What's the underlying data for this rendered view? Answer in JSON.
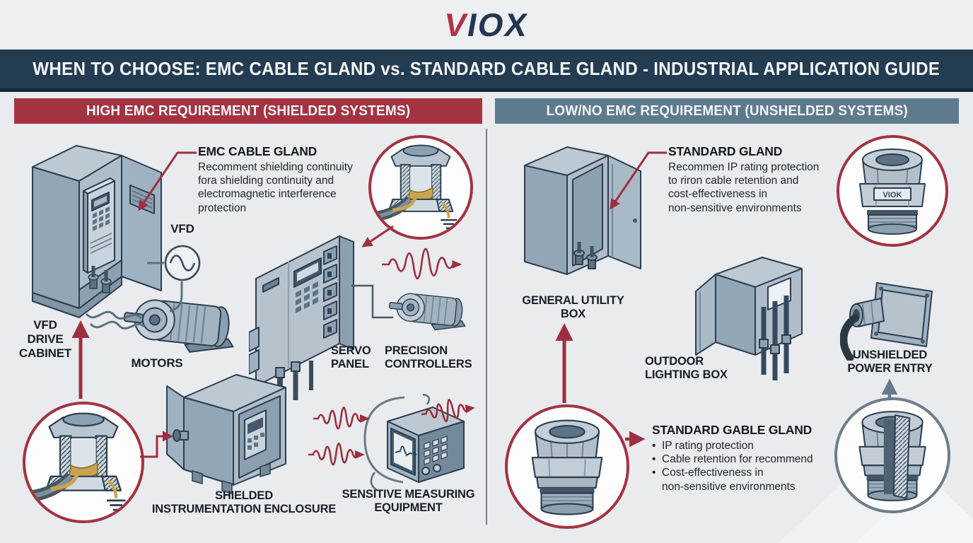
{
  "logo": {
    "part1": "V",
    "part2": "IOX"
  },
  "title": "WHEN TO CHOOSE: EMC CABLE GLAND vs. STANDARD CABLE GLAND - INDUSTRIAL APPLICATION GUIDE",
  "left": {
    "header": "HIGH EMC REQUIREMENT (SHIELDED SYSTEMS)",
    "emc_callout": {
      "title": "EMC CABLE GLAND",
      "description": "Recomment shielding continuity\nfora shielding continuity and\nelectromagnetic interference\nprotection"
    },
    "labels": {
      "vfd": "VFD",
      "vfd_drive_cabinet": "VFD\nDRIVE\nCABINET",
      "motors": "MOTORS",
      "servo_panel": "SERVO\nPANEL",
      "precision_controllers": "PRECISION\nCONTROLLERS",
      "shielded_enclosure": "SHIELDED\nINSTRUMENTATION ENCLOSURE",
      "sensitive_equipment": "SENSITIVE MEASURING\nEQUIPMENT"
    }
  },
  "right": {
    "header": "LOW/NO EMC REQUIREMENT (UNSHELDED SYSTEMS)",
    "standard_callout": {
      "title": "STANDARD GLAND",
      "description": "Recommen IP rating protection\nto riron cable retention and\ncost-effectiveness in\nnon-sensitive environments"
    },
    "labels": {
      "general_utility_box": "GENERAL UTILITY\nBOX",
      "outdoor_lighting_box": "OUTDOOR\nLIGHTING BOX",
      "unshielded_power_entry": "UNSHIELDED\nPOWER ENTRY"
    },
    "standard_gland_callout": {
      "title": "STANDARD GABLE GLAND",
      "bullets": [
        "IP rating protection",
        "Cable retention for recommend",
        "Cost-effectiveness in\nnon-sensitive environments"
      ]
    }
  },
  "gland_brand": "VIOK",
  "colors": {
    "accent_red": "#A23342",
    "navy": "#243C52",
    "slate": "#5E7B8E"
  }
}
